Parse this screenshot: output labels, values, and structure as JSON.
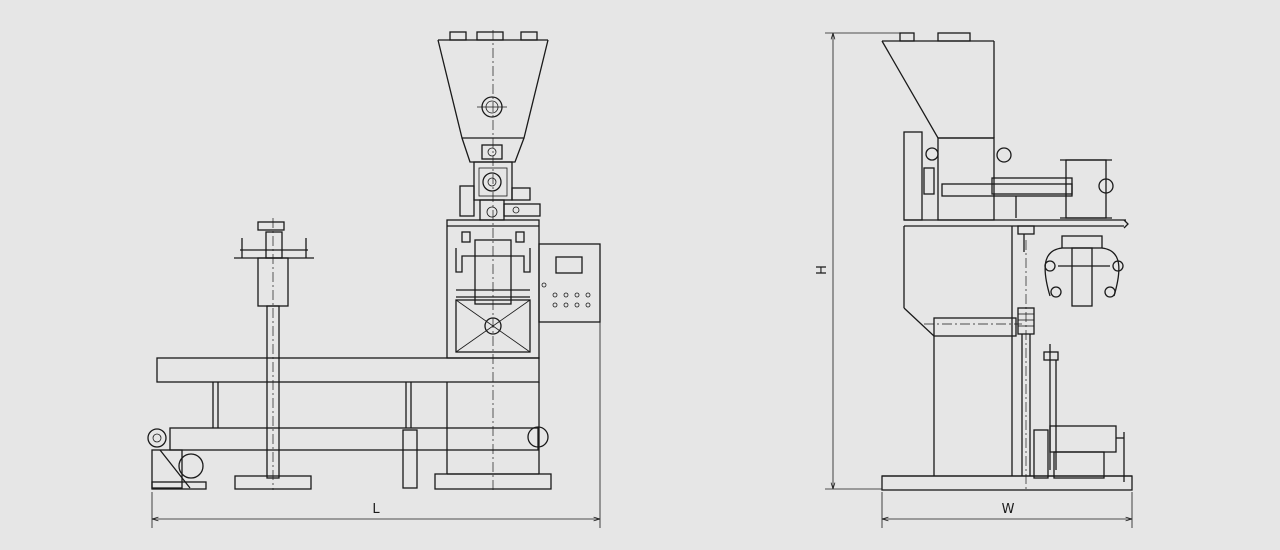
{
  "dimensions": {
    "length_label": "L",
    "height_label": "H",
    "width_label": "W"
  },
  "colors": {
    "background": "#e6e6e6",
    "line": "#1a1a1a"
  }
}
